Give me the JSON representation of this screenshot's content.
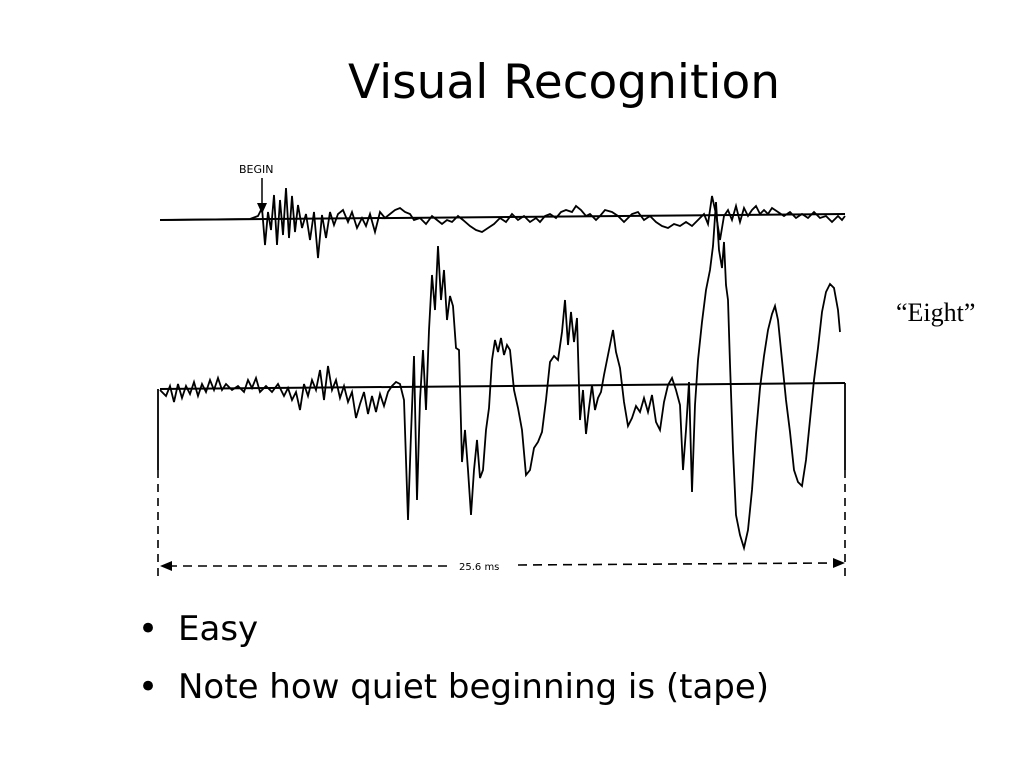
{
  "slide": {
    "title": "Visual Recognition",
    "side_label": "“Eight”",
    "bullets": [
      "Easy",
      "Note how quiet beginning is (tape)"
    ],
    "bullet_glyph": "•"
  },
  "figure": {
    "begin_label": "BEGIN",
    "duration_label": "25.6 ms",
    "icons": [
      "begin-arrow-icon"
    ]
  }
}
